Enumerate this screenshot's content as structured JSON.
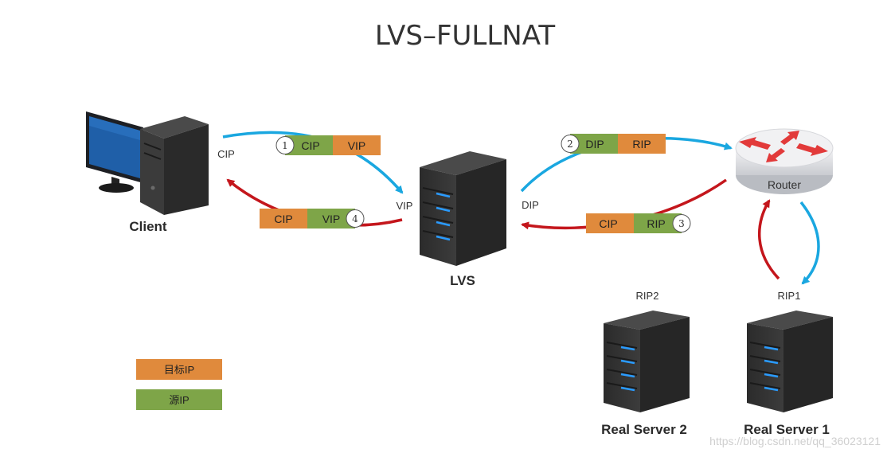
{
  "title": "LVS–FULLNAT",
  "colors": {
    "dest_ip": "#e08a3c",
    "src_ip": "#7ea548",
    "request_arrow": "#1aa7e0",
    "response_arrow": "#c4161c"
  },
  "nodes": {
    "client": "Client",
    "lvs": "LVS",
    "router": "Router",
    "real_server_2": "Real Server 2",
    "real_server_1": "Real Server 1"
  },
  "labels": {
    "cip": "CIP",
    "vip": "VIP",
    "dip": "DIP",
    "rip2": "RIP2",
    "rip1": "RIP1"
  },
  "packets": [
    {
      "step": "1",
      "src": "CIP",
      "dst": "VIP"
    },
    {
      "step": "2",
      "src": "DIP",
      "dst": "RIP"
    },
    {
      "step": "3",
      "src": "RIP",
      "dst": "CIP"
    },
    {
      "step": "4",
      "src": "VIP",
      "dst": "CIP"
    }
  ],
  "legend": {
    "dest": "目标IP",
    "src": "源IP"
  },
  "watermark": "https://blog.csdn.net/qq_36023121"
}
